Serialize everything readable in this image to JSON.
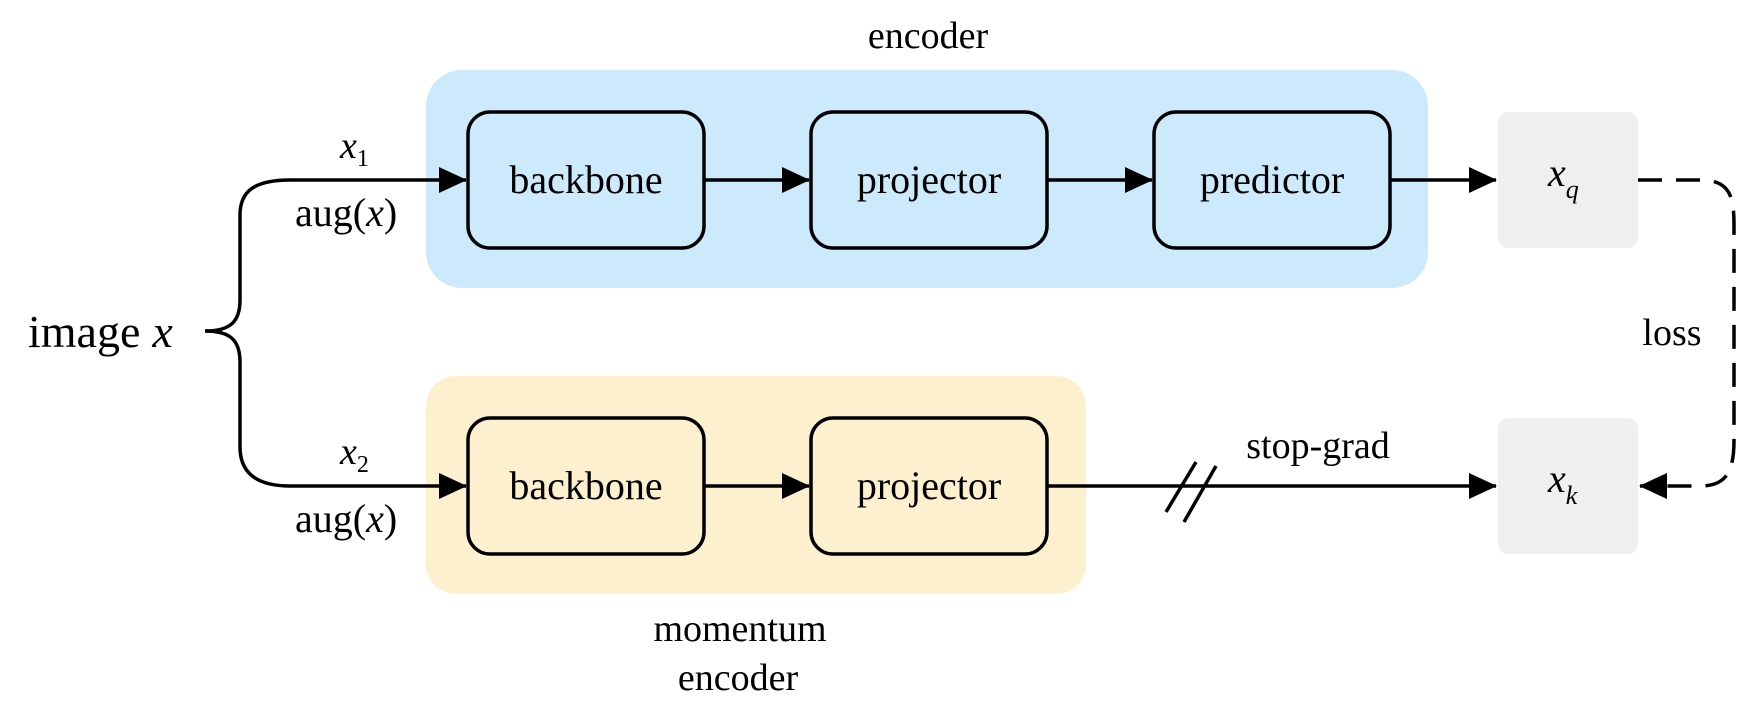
{
  "colors": {
    "encoder_bg": "#cdeafd",
    "momentum_bg": "#fdf0cf",
    "output_bg": "#efefef",
    "stroke": "#000000"
  },
  "input": {
    "label": "image",
    "var": "x"
  },
  "branches": {
    "top": {
      "var": "x",
      "sub": "1",
      "aug_func": "aug(",
      "aug_var": "x",
      "aug_close": ")"
    },
    "bottom": {
      "var": "x",
      "sub": "2",
      "aug_func": "aug(",
      "aug_var": "x",
      "aug_close": ")"
    }
  },
  "encoder": {
    "label": "encoder",
    "blocks": [
      "backbone",
      "projector",
      "predictor"
    ]
  },
  "momentum_encoder": {
    "label_line1": "momentum",
    "label_line2": "encoder",
    "blocks": [
      "backbone",
      "projector"
    ]
  },
  "outputs": {
    "query": {
      "var": "x",
      "sub": "q"
    },
    "key": {
      "var": "x",
      "sub": "k"
    }
  },
  "edges": {
    "stop_grad": "stop-grad",
    "loss": "loss"
  }
}
